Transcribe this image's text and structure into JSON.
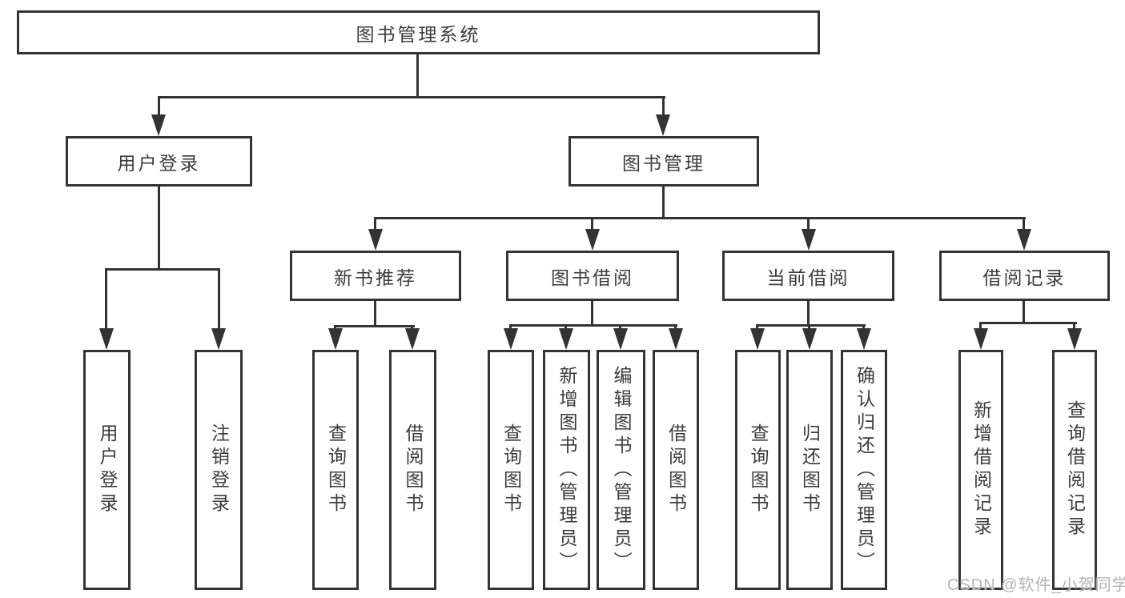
{
  "diagram": {
    "root": "图书管理系统",
    "branches": {
      "user_login": "用户登录",
      "book_mgmt": "图书管理"
    },
    "modules": {
      "new_book": "新书推荐",
      "borrow": "图书借阅",
      "current": "当前借阅",
      "records": "借阅记录"
    },
    "leaves": {
      "user_login": [
        "用户登录",
        "注销登录"
      ],
      "new_book": [
        "查询图书",
        "借阅图书"
      ],
      "borrow": [
        "查询图书",
        "新增图书（管理员）",
        "编辑图书（管理员）",
        "借阅图书"
      ],
      "current": [
        "查询图书",
        "归还图书",
        "确认归还（管理员）"
      ],
      "records": [
        "新增借阅记录",
        "查询借阅记录"
      ]
    }
  },
  "watermark": "CSDN @软件_小贺同学",
  "colors": {
    "line": "#333333",
    "text": "#3c3c3c",
    "watermark": "#b3b3b3",
    "background": "#ffffff"
  }
}
